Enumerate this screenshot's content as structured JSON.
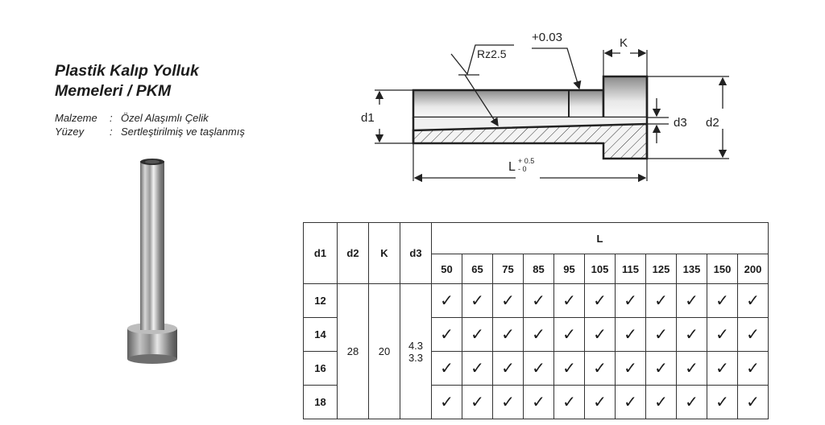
{
  "product": {
    "title_line1": "Plastik Kalıp Yolluk",
    "title_line2": "Memeleri / PKM",
    "specs": [
      {
        "key": "Malzeme",
        "colon": ":",
        "value": "Özel Alaşımlı Çelik"
      },
      {
        "key": "Yüzey",
        "colon": ":",
        "value": "Sertleştirilmiş ve taşlanmış"
      }
    ]
  },
  "drawing": {
    "roughness": "Rz2.5",
    "tolerance": "+0.03",
    "label_k": "K",
    "label_d1": "d1",
    "label_d2": "d2",
    "label_d3": "d3",
    "label_l": "L",
    "l_tol_plus": "+ 0.5",
    "l_tol_minus": "- 0"
  },
  "table": {
    "headers": {
      "d1": "d1",
      "d2": "d2",
      "k": "K",
      "d3": "d3",
      "l": "L"
    },
    "lengths": [
      "50",
      "65",
      "75",
      "85",
      "95",
      "105",
      "115",
      "125",
      "135",
      "150",
      "200"
    ],
    "d1_values": [
      "12",
      "14",
      "16",
      "18"
    ],
    "d2": "28",
    "k": "20",
    "d3_line1": "4.3",
    "d3_line2": "3.3",
    "check_symbol": "✓",
    "availability": [
      [
        true,
        true,
        true,
        true,
        true,
        true,
        true,
        true,
        true,
        true,
        true
      ],
      [
        true,
        true,
        true,
        true,
        true,
        true,
        true,
        true,
        true,
        true,
        true
      ],
      [
        true,
        true,
        true,
        true,
        true,
        true,
        true,
        true,
        true,
        true,
        true
      ],
      [
        true,
        true,
        true,
        true,
        true,
        true,
        true,
        true,
        true,
        true,
        true
      ]
    ]
  }
}
